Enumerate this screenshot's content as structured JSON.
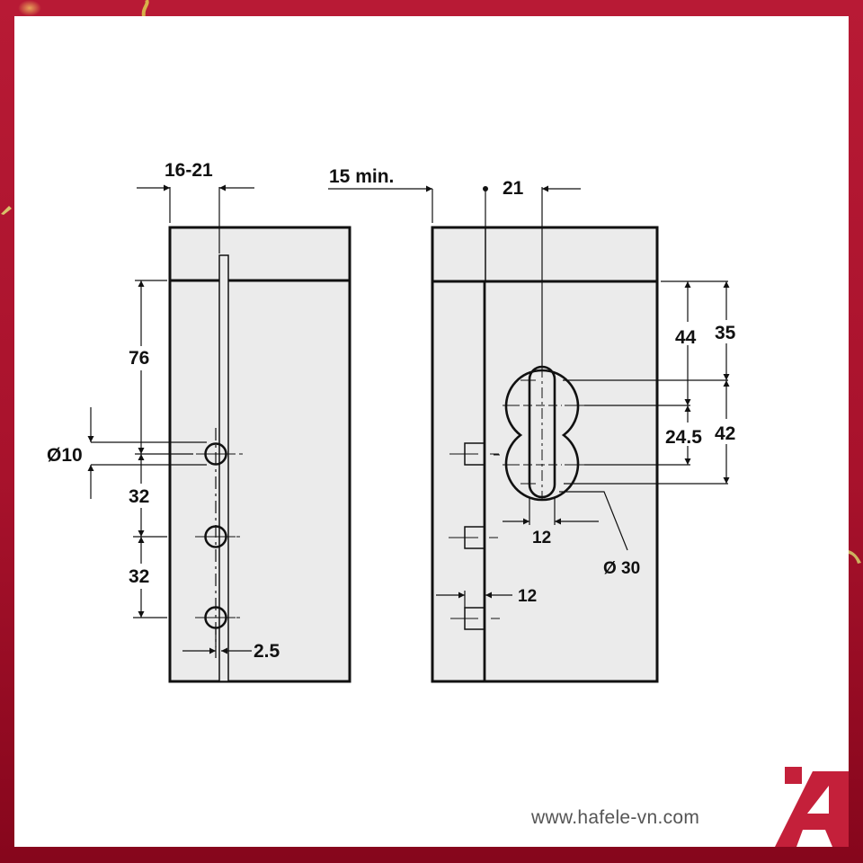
{
  "diagram": {
    "left_view": {
      "labels": {
        "edge_offset": "16-21",
        "top_distance": "76",
        "hole_diameter": "Ø10",
        "hole_spacing_1": "32",
        "hole_spacing_2": "32",
        "slot_width": "2.5"
      }
    },
    "right_view": {
      "labels": {
        "min_distance": "15 min.",
        "center_offset": "21",
        "dist_44": "44",
        "dist_35": "35",
        "dist_24_5": "24.5",
        "dist_42": "42",
        "slot_width": "12",
        "cylinder_diameter": "Ø 30",
        "screw_depth": "12"
      }
    }
  },
  "branding": {
    "website": "www.hafele-vn.com",
    "logo_color": "#c4203a",
    "frame_color": "#b01a33"
  },
  "colors": {
    "part_fill": "#ebebeb",
    "line": "#111111"
  }
}
